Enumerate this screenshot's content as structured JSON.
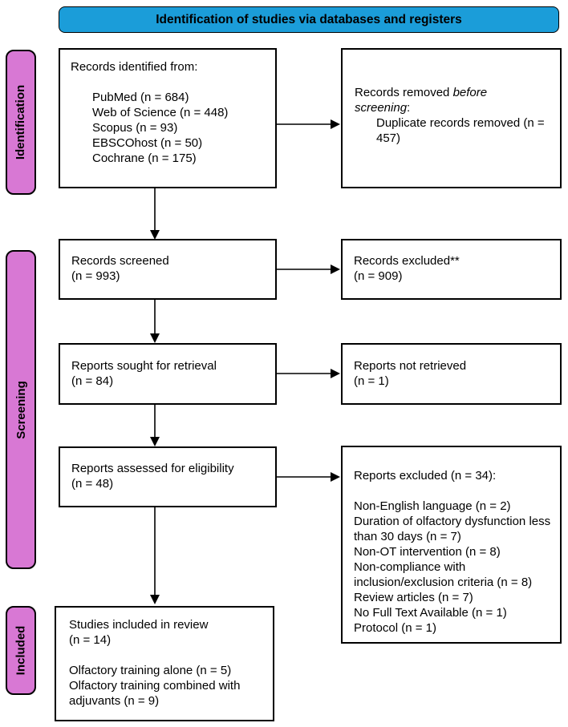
{
  "banner": "Identification of studies via databases and registers",
  "stages": {
    "identification": "Identification",
    "screening": "Screening",
    "included": "Included"
  },
  "boxes": {
    "records_identified": {
      "title": "Records identified from:",
      "sources": [
        "PubMed (n = 684)",
        "Web of Science (n = 448)",
        "Scopus (n = 93)",
        "EBSCOhost (n = 50)",
        "Cochrane (n = 175)"
      ]
    },
    "records_removed": {
      "title_prefix": "Records removed ",
      "title_italic": "before screening",
      "title_suffix": ":",
      "reasons": [
        "Duplicate records removed (n = 457)"
      ]
    },
    "records_screened": {
      "lines": [
        "Records screened",
        "(n = 993)"
      ]
    },
    "records_excluded": {
      "lines": [
        "Records excluded**",
        "(n = 909)"
      ]
    },
    "reports_sought": {
      "lines": [
        "Reports sought for retrieval",
        "(n = 84)"
      ]
    },
    "reports_not_retrieved": {
      "lines": [
        "Reports not retrieved",
        "(n = 1)"
      ]
    },
    "reports_assessed": {
      "lines": [
        "Reports assessed for eligibility",
        "(n = 48)"
      ]
    },
    "reports_excluded": {
      "title": "Reports excluded (n = 34):",
      "reasons": [
        "Non-English language (n = 2)",
        "Duration of olfactory dysfunction less than 30 days (n = 7)",
        "Non-OT intervention (n = 8)",
        "Non-compliance with inclusion/exclusion criteria (n = 8)",
        "Review articles (n = 7)",
        "No Full Text Available (n = 1)",
        "Protocol (n = 1)"
      ]
    },
    "studies_included": {
      "lines": [
        "Studies included in review",
        "(n = 14)",
        "",
        "Olfactory training alone (n = 5)",
        "Olfactory training combined with adjuvants (n = 9)"
      ]
    }
  },
  "colors": {
    "banner_bg": "#1b9dd9",
    "stage_bg": "#d878d4",
    "box_bg": "#ffffff",
    "border": "#000000",
    "arrow": "#000000"
  }
}
